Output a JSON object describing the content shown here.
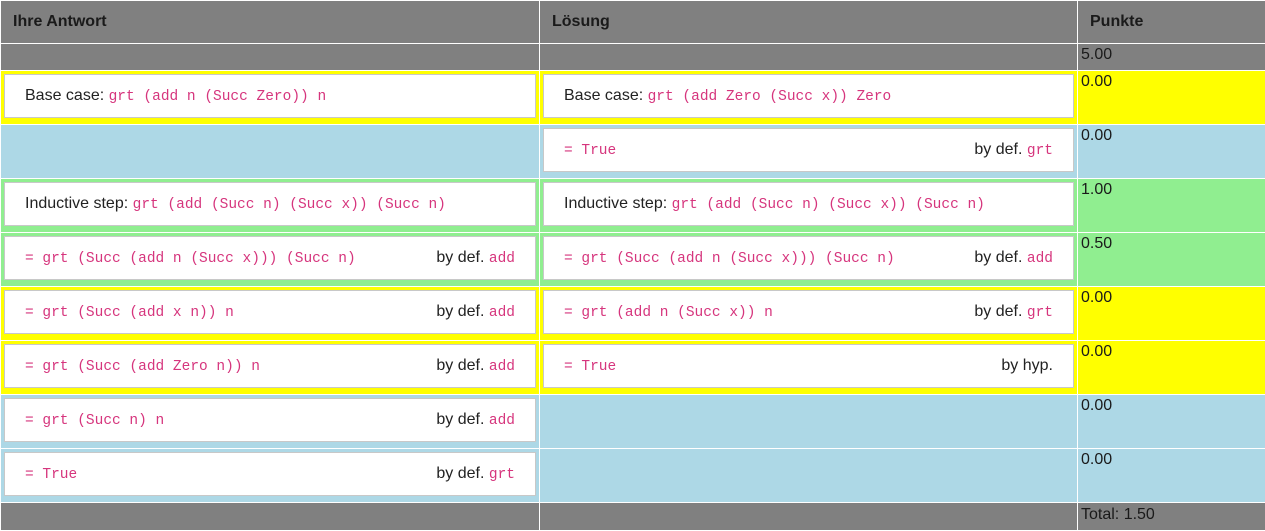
{
  "headers": {
    "answer": "Ihre Antwort",
    "solution": "Lösung",
    "points": "Punkte"
  },
  "max_points": "5.00",
  "rows": [
    {
      "color": "yellow",
      "answer": {
        "label": "Base case: ",
        "code": "grt (add n (Succ Zero)) n",
        "by": "",
        "by_code": ""
      },
      "solution": {
        "label": "Base case: ",
        "code": "grt (add Zero (Succ x)) Zero",
        "by": "",
        "by_code": ""
      },
      "score": "0.00"
    },
    {
      "color": "blue",
      "answer": null,
      "solution": {
        "label": "",
        "code": "= True",
        "by": "by def. ",
        "by_code": "grt"
      },
      "score": "0.00"
    },
    {
      "color": "green",
      "answer": {
        "label": "Inductive step: ",
        "code": "grt (add (Succ n) (Succ x)) (Succ n)",
        "by": "",
        "by_code": ""
      },
      "solution": {
        "label": "Inductive step: ",
        "code": "grt (add (Succ n) (Succ x)) (Succ n)",
        "by": "",
        "by_code": ""
      },
      "score": "1.00"
    },
    {
      "color": "green",
      "answer": {
        "label": "",
        "code": "= grt (Succ (add n (Succ x))) (Succ n)",
        "by": "by def. ",
        "by_code": "add"
      },
      "solution": {
        "label": "",
        "code": "= grt (Succ (add n (Succ x))) (Succ n)",
        "by": "by def. ",
        "by_code": "add"
      },
      "score": "0.50"
    },
    {
      "color": "yellow",
      "answer": {
        "label": "",
        "code": "= grt (Succ (add x n)) n",
        "by": "by def. ",
        "by_code": "add"
      },
      "solution": {
        "label": "",
        "code": "= grt (add n (Succ x)) n",
        "by": "by def. ",
        "by_code": "grt"
      },
      "score": "0.00"
    },
    {
      "color": "yellow",
      "answer": {
        "label": "",
        "code": "= grt (Succ (add Zero n)) n",
        "by": "by def. ",
        "by_code": "add"
      },
      "solution": {
        "label": "",
        "code": "= True",
        "by": "by hyp.",
        "by_code": ""
      },
      "score": "0.00"
    },
    {
      "color": "blue",
      "answer": {
        "label": "",
        "code": "= grt (Succ n) n",
        "by": "by def. ",
        "by_code": "add"
      },
      "solution": null,
      "score": "0.00"
    },
    {
      "color": "blue",
      "answer": {
        "label": "",
        "code": "= True",
        "by": "by def. ",
        "by_code": "grt"
      },
      "solution": null,
      "score": "0.00"
    }
  ],
  "total": "Total: 1.50"
}
